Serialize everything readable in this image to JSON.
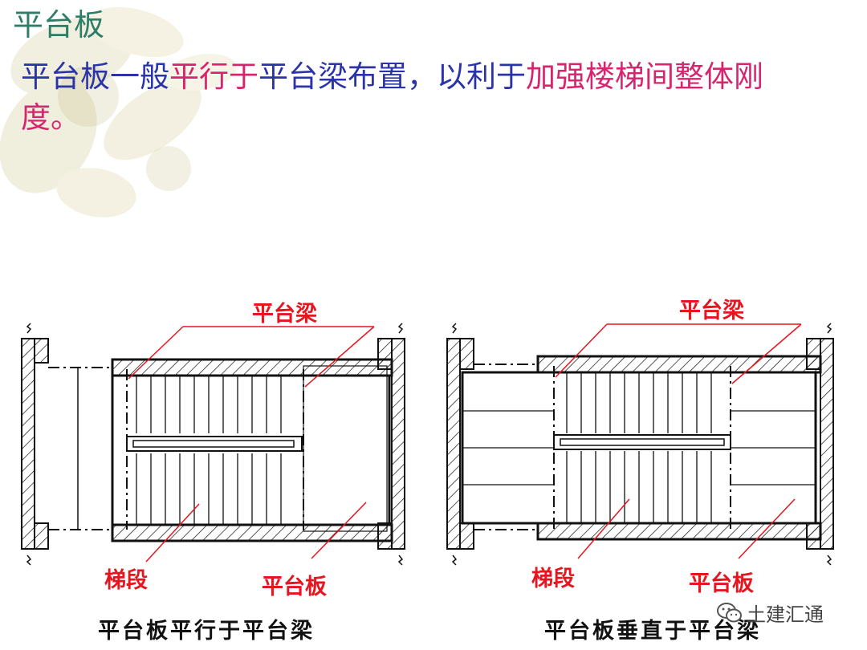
{
  "title": "平台板",
  "body": {
    "seg1": "平台板一般",
    "seg2": "平行于",
    "seg3": "平台梁布置，以利于",
    "seg4": "加强楼梯间",
    "seg5": "整体刚",
    "seg6": "度。"
  },
  "diagram_left": {
    "label_beam": "平台梁",
    "label_flight": "梯段",
    "label_slab": "平台板",
    "caption": "平台板平行于平台梁"
  },
  "diagram_right": {
    "label_beam": "平台梁",
    "label_flight": "梯段",
    "label_slab": "平台板",
    "caption": "平台板垂直于平台梁"
  },
  "watermark": "土建汇通",
  "colors": {
    "title": "#2e7d68",
    "body_blue": "#2b33a8",
    "body_magenta": "#d6246e",
    "label_red": "#e8141e",
    "line": "#111111"
  },
  "icons": {
    "watermark_icon": "wechat-icon",
    "background": "leaf-blossom-decoration"
  }
}
